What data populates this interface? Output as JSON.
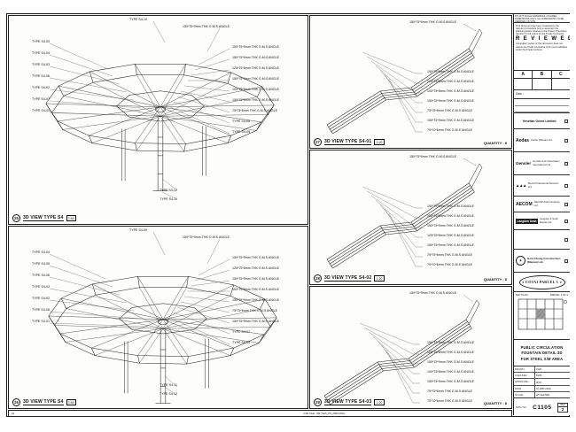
{
  "notes": {
    "top_right": "DO NOT SCALE DRAWINGS. FIGURED DIMENSIONS ONLY. ALL DIMENSIONS TO BE VERIFIED ON SITE.",
    "bottom_file": "CAD FILE : M6-T105_PC_0500.DWG",
    "bottom_left": "A1"
  },
  "stamp": {
    "line1": "This document has been reviewed by the relevant Consultant only to ascertain the following status relative to the Project Procedure Section 5.4 for action by the Trade Contractor.",
    "word": "R E V I E W E D",
    "line2": "Consultant review of this document does not relieve the Trade Contractor of its responsibilities under the Trade Contract.",
    "cols": [
      "A",
      "B",
      "C"
    ],
    "date_label": "Date :"
  },
  "client": "Venetian Orient Limited",
  "consultants": [
    {
      "logo": "Aedas",
      "name": "Aedas (Macau) Ltd."
    },
    {
      "logo": "Gensler",
      "name": "Gensler and Associates / International Ltd."
    },
    {
      "logo": "▲▲▲",
      "name": "Meca Professional Services Ltd."
    },
    {
      "logo": "AECOM",
      "name": "AECOM Asia Company Ltd."
    },
    {
      "logo": "Langdon Seah",
      "name": "Langdon & Seah Macau Ltd."
    }
  ],
  "contractor": {
    "name": "Hsin Chong Construction (Macau) Ltd."
  },
  "badge": "COTAI PARCEL 3",
  "keyplan": {
    "label": "KEY PLAN",
    "sub": "PARCEL 1 OF 3"
  },
  "titleblock": {
    "title_lines": [
      "PUBLIC CIRCULATION",
      "FOUNTAIN DETAIL 3D",
      "FOR STEEL S/M AREA"
    ],
    "rows": [
      {
        "label": "DRAWN",
        "value": "CHO"
      },
      {
        "label": "CHECKED",
        "value": "KWS"
      },
      {
        "label": "APPROVED",
        "value": "WYK"
      },
      {
        "label": "DATE",
        "value": "07 APR 2010"
      },
      {
        "label": "SCALE",
        "value": "AS SHOWN"
      }
    ],
    "dwg_label": "DWG NO.",
    "dwg_no": "C1105",
    "rev_label": "REV",
    "rev": "2"
  },
  "views": {
    "v25": {
      "num": "25",
      "title": "3D VIEW TYPE S4",
      "scale": "1:50",
      "top_labels": [
        "TYPE S4-10",
        "150*75*9mm THK G.M.S ANGLE"
      ],
      "left_labels": [
        "TYPE S4-05",
        "TYPE S4-04",
        "TYPE S4-03",
        "TYPE S4-06",
        "TYPE S4-02",
        "TYPE S4-07",
        "TYPE S4-01"
      ],
      "right_labels": [
        "150*75*9mm THK G.M.S ANGLE",
        "150*75*9mm THK G.M.S ANGLE",
        "125*75*8mm THK G.M.S ANGLE",
        "150*75*9mm THK G.M.S ANGLE",
        "100*75*8mm THK G.M.S ANGLE",
        "150*75*9mm THK G.M.S ANGLE",
        "75*75*6mm THK G.M.S ANGLE",
        "TYPE S4-08",
        "TYPE S4-09"
      ],
      "bottom_labels": [
        "TYPE S4-12",
        "TYPE S4-11"
      ]
    },
    "v26": {
      "num": "26",
      "title": "3D VIEW TYPE S4",
      "scale": "1:50",
      "top_labels": [
        "TYPE S4-09",
        "150*75*9mm THK G.M.S ANGLE"
      ],
      "left_labels": [
        "TYPE S4-04",
        "TYPE S4-05",
        "TYPE S4-06",
        "TYPE S4-03",
        "TYPE S4-02",
        "TYPE S4-08",
        "TYPE S4-01"
      ],
      "right_labels": [
        "150*75*9mm THK G.M.S ANGLE",
        "125*75*8mm THK G.M.S ANGLE",
        "150*75*9mm THK G.M.S ANGLE",
        "100*75*8mm THK G.M.S ANGLE",
        "150*75*9mm THK G.M.S ANGLE",
        "75*75*6mm THK G.M.S ANGLE",
        "150*75*9mm THK G.M.S ANGLE",
        "TYPE S4-07",
        "TYPE S4-10"
      ],
      "bottom_labels": [
        "TYPE S4-11",
        "TYPE S4-12"
      ]
    },
    "v27": {
      "num": "27",
      "title": "3D VIEW TYPE S4-01",
      "scale": "1:20",
      "quantity": "QUANTITY : 8",
      "top_label": "150*75*9mm THK G.M.S ANGLE",
      "right_labels": [
        "150*75*9mm THK G.M.S ANGLE",
        "125*75*8mm THK G.M.S ANGLE",
        "100*75*8mm THK G.M.S ANGLE",
        "150*75*9mm THK G.M.S ANGLE",
        "75*75*6mm THK G.M.S ANGLE",
        "150*75*9mm THK G.M.S ANGLE",
        "70*70*6mm THK G.M.S ANGLE"
      ]
    },
    "v28": {
      "num": "28",
      "title": "3D VIEW TYPE S4-02",
      "scale": "1:20",
      "quantity": "QUANTITY : 8",
      "top_label": "150*75*9mm THK G.M.S ANGLE",
      "right_labels": [
        "150*75*9mm THK G.M.S ANGLE",
        "100*75*8mm THK G.M.S ANGLE",
        "150*75*9mm THK G.M.S ANGLE",
        "125*75*8mm THK G.M.S ANGLE",
        "150*75*9mm THK G.M.S ANGLE",
        "75*75*6mm THK G.M.S ANGLE",
        "70*70*6mm THK G.M.S ANGLE"
      ]
    },
    "v29": {
      "num": "29",
      "title": "3D VIEW TYPE S4-03",
      "scale": "1:20",
      "quantity": "QUANTITY : 8",
      "top_label": "150*75*9mm THK G.M.S ANGLE",
      "right_labels": [
        "150*75*9mm THK G.M.S ANGLE",
        "125*75*8mm THK G.M.S ANGLE",
        "150*75*9mm THK G.M.S ANGLE",
        "100*75*8mm THK G.M.S ANGLE",
        "150*75*9mm THK G.M.S ANGLE",
        "75*75*6mm THK G.M.S ANGLE",
        "70*70*6mm THK G.M.S ANGLE"
      ]
    }
  }
}
